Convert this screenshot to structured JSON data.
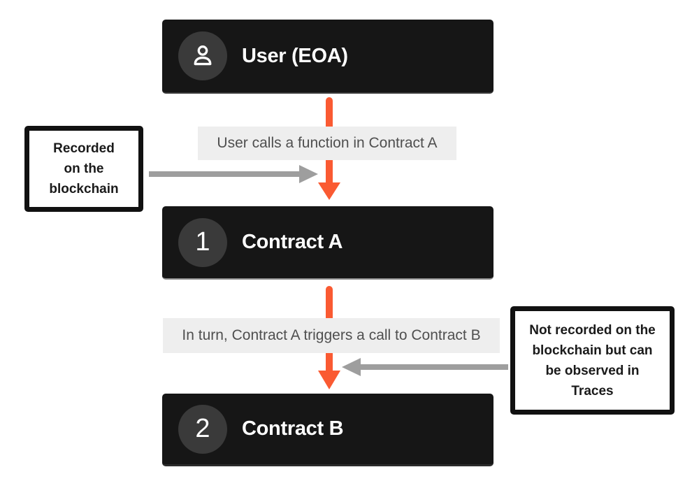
{
  "colors": {
    "accent_orange": "#fa5a32",
    "arrow_gray": "#9e9e9e",
    "node_bg": "#161616",
    "badge_bg": "#3a3a3a",
    "node_text": "#ffffff",
    "label_bg": "#eeeeee",
    "label_text": "#4f4f4f",
    "annotation_border": "#111111",
    "annotation_text": "#1a1a1a",
    "page_bg": "#ffffff"
  },
  "nodes": [
    {
      "title": "User (EOA)",
      "badge": "user-icon"
    },
    {
      "title": "Contract A",
      "badge": "1"
    },
    {
      "title": "Contract B",
      "badge": "2"
    }
  ],
  "edge_labels": [
    {
      "text": "User calls a function in Contract A"
    },
    {
      "text": "In turn, Contract A triggers a call to Contract B"
    }
  ],
  "annotations": {
    "left": {
      "lines": [
        "Recorded",
        "on the",
        "blockchain"
      ]
    },
    "right": {
      "lines": [
        "Not recorded on the",
        "blockchain but can",
        "be observed in",
        "Traces"
      ]
    }
  }
}
